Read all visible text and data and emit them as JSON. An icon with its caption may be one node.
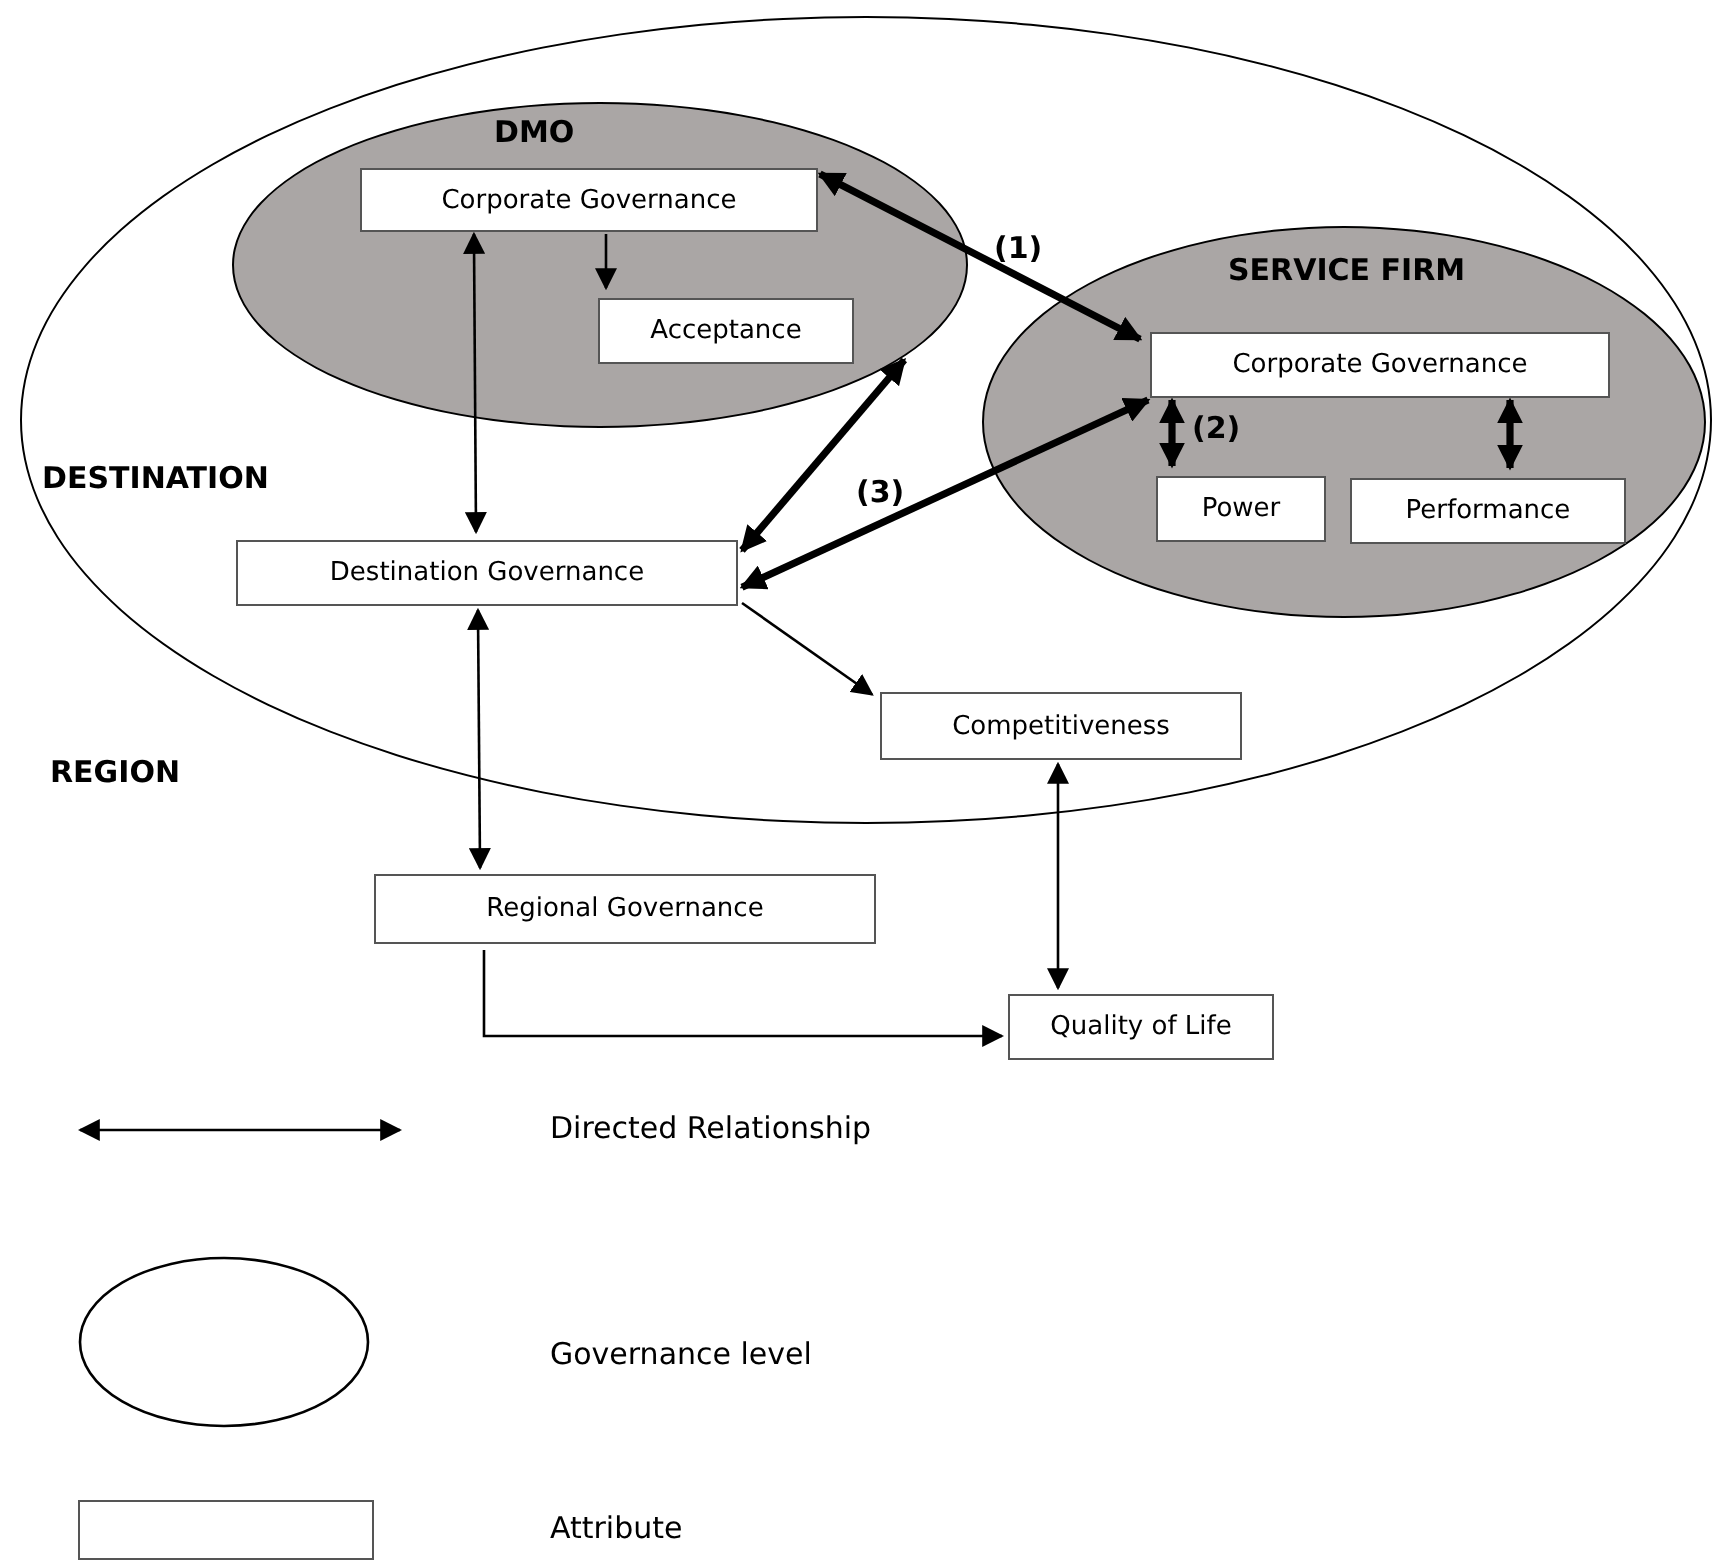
{
  "diagram": {
    "nodes": [
      {
        "text": [
          "DESTINATION"
        ]
      },
      {
        "text": [
          "DMO"
        ],
        "in": 0
      },
      {
        "text": [
          "Corporate Governance"
        ],
        "in": 1
      },
      {
        "text": [
          "Acceptance"
        ],
        "in": 1
      },
      {
        "text": [
          "SERVICE FIRM"
        ],
        "in": 0
      },
      {
        "text": [
          "Corporate Governance"
        ],
        "in": 4
      },
      {
        "text": [
          "Power"
        ],
        "in": 4
      },
      {
        "text": [
          "Performance"
        ],
        "in": 4
      },
      {
        "text": [
          "Destination Governance"
        ],
        "in": 0
      },
      {
        "text": [
          "Competitiveness"
        ],
        "in": 0
      },
      {
        "text": [
          "Regional Governance"
        ]
      },
      {
        "text": [
          "Quality of Life"
        ]
      }
    ],
    "edges": [
      {
        "from": 2,
        "to": 3,
        "arrow": "to"
      },
      {
        "from": 2,
        "to": 5,
        "arrow": "both",
        "style": "thick",
        "label": "(1)"
      },
      {
        "from": 2,
        "to": 8,
        "arrow": "both"
      },
      {
        "from": 8,
        "to": 1,
        "arrow": "both",
        "style": "thick",
        "label": "(3)"
      },
      {
        "from": 8,
        "to": 5,
        "arrow": "both",
        "style": "thick"
      },
      {
        "from": 5,
        "to": 6,
        "arrow": "both",
        "style": "thick",
        "label": "(2)"
      },
      {
        "from": 5,
        "to": 7,
        "arrow": "both",
        "style": "thick"
      },
      {
        "from": 8,
        "to": 9,
        "arrow": "to"
      },
      {
        "from": 8,
        "to": 10,
        "arrow": "both"
      },
      {
        "from": 9,
        "to": 11,
        "arrow": "both"
      },
      {
        "from": 10,
        "to": 11,
        "arrow": "to"
      }
    ],
    "labels": [
      "REGION"
    ],
    "legend": [
      {
        "text": "Directed Relationship"
      },
      {
        "text": "Governance level"
      },
      {
        "text": "Attribute"
      }
    ]
  }
}
